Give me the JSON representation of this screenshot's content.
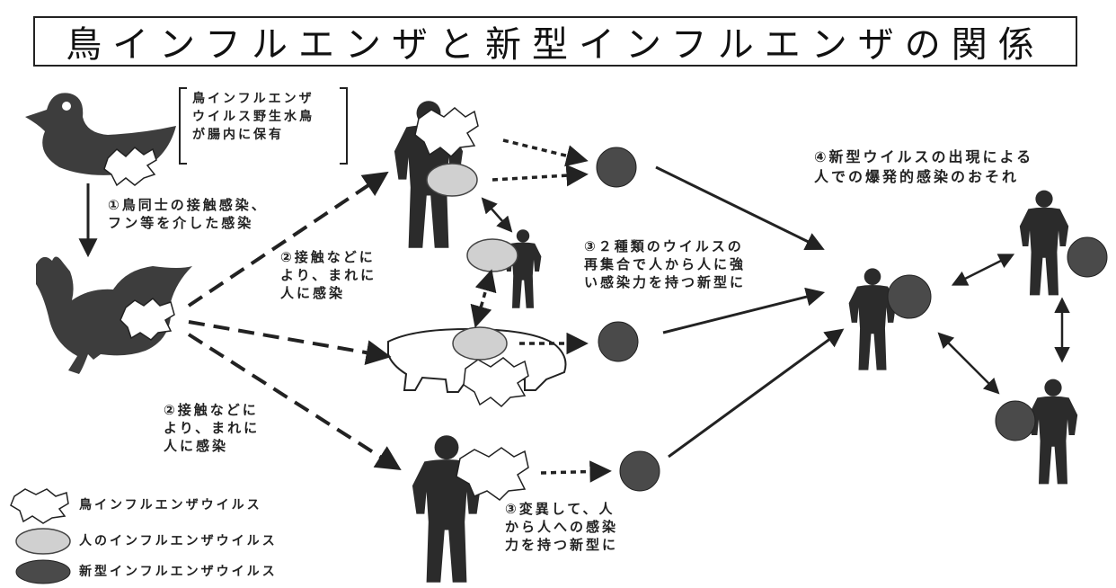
{
  "title": "鳥インフルエンザと新型インフルエンザの関係",
  "notes": {
    "duck_note": [
      "鳥インフルエンザ",
      "ウイルス野生水鳥",
      "が腸内に保有"
    ],
    "step1": [
      "①鳥同士の接触感染、",
      "フン等を介した感染"
    ],
    "step2_upper": [
      "②接触などに",
      "より、まれに",
      "人に感染"
    ],
    "step2_lower": [
      "②接触などに",
      "より、まれに",
      "人に感染"
    ],
    "step3_upper": [
      "③２種類のウイルスの",
      "再集合で人から人に強",
      "い感染力を持つ新型に"
    ],
    "step3_lower": [
      "③変異して、人",
      "から人への感染",
      "力を持つ新型に"
    ],
    "step4": [
      "④新型ウイルスの出現による",
      "人での爆発的感染のおそれ"
    ]
  },
  "legend": {
    "avian": "鳥インフルエンザウイルス",
    "human": "人のインフルエンザウイルス",
    "novel": "新型インフルエンザウイルス"
  },
  "colors": {
    "silhouette": "#2b2b2b",
    "novel_virus": "#4a4a4a",
    "human_virus": "#d0d0d0",
    "avian_virus": "#ffffff"
  }
}
